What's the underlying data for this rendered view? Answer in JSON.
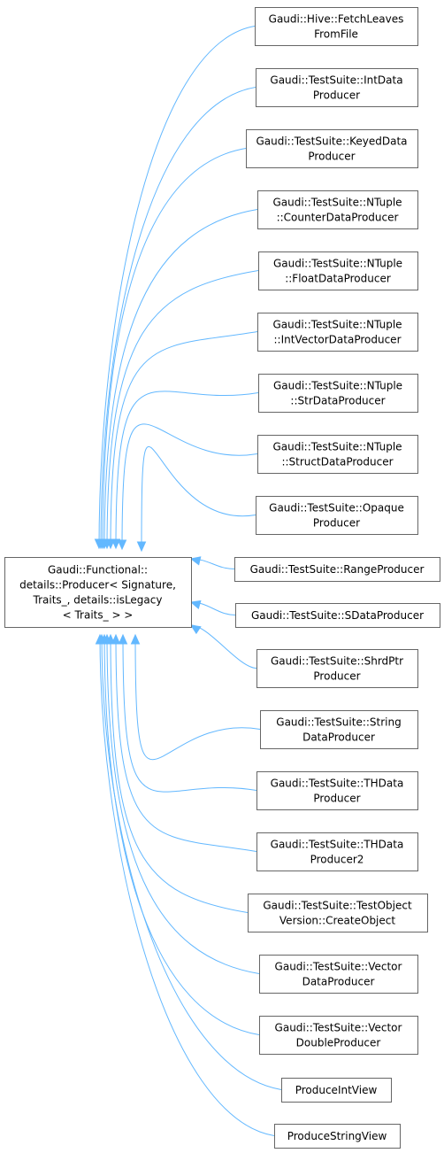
{
  "diagram": {
    "base": {
      "id": "producer-base",
      "lines": [
        "Gaudi::Functional::",
        "details::Producer< Signature,",
        "Traits_, details::isLegacy",
        "< Traits_ > >"
      ]
    },
    "children": [
      {
        "id": "fetch-leaves-from-file",
        "lines": [
          "Gaudi::Hive::FetchLeaves",
          "FromFile"
        ]
      },
      {
        "id": "int-data-producer",
        "lines": [
          "Gaudi::TestSuite::IntData",
          "Producer"
        ]
      },
      {
        "id": "keyed-data-producer",
        "lines": [
          "Gaudi::TestSuite::KeyedData",
          "Producer"
        ]
      },
      {
        "id": "ntuple-counter-data-producer",
        "lines": [
          "Gaudi::TestSuite::NTuple",
          "::CounterDataProducer"
        ]
      },
      {
        "id": "ntuple-float-data-producer",
        "lines": [
          "Gaudi::TestSuite::NTuple",
          "::FloatDataProducer"
        ]
      },
      {
        "id": "ntuple-int-vector-data-producer",
        "lines": [
          "Gaudi::TestSuite::NTuple",
          "::IntVectorDataProducer"
        ]
      },
      {
        "id": "ntuple-str-data-producer",
        "lines": [
          "Gaudi::TestSuite::NTuple",
          "::StrDataProducer"
        ]
      },
      {
        "id": "ntuple-struct-data-producer",
        "lines": [
          "Gaudi::TestSuite::NTuple",
          "::StructDataProducer"
        ]
      },
      {
        "id": "opaque-producer",
        "lines": [
          "Gaudi::TestSuite::Opaque",
          "Producer"
        ]
      },
      {
        "id": "range-producer",
        "lines": [
          "Gaudi::TestSuite::RangeProducer"
        ]
      },
      {
        "id": "s-data-producer",
        "lines": [
          "Gaudi::TestSuite::SDataProducer"
        ]
      },
      {
        "id": "shrd-ptr-producer",
        "lines": [
          "Gaudi::TestSuite::ShrdPtr",
          "Producer"
        ]
      },
      {
        "id": "string-data-producer",
        "lines": [
          "Gaudi::TestSuite::String",
          "DataProducer"
        ]
      },
      {
        "id": "th-data-producer",
        "lines": [
          "Gaudi::TestSuite::THData",
          "Producer"
        ]
      },
      {
        "id": "th-data-producer2",
        "lines": [
          "Gaudi::TestSuite::THData",
          "Producer2"
        ]
      },
      {
        "id": "test-object-version-create-object",
        "lines": [
          "Gaudi::TestSuite::TestObject",
          "Version::CreateObject"
        ]
      },
      {
        "id": "vector-data-producer",
        "lines": [
          "Gaudi::TestSuite::Vector",
          "DataProducer"
        ]
      },
      {
        "id": "vector-double-producer",
        "lines": [
          "Gaudi::TestSuite::Vector",
          "DoubleProducer"
        ]
      },
      {
        "id": "produce-int-view",
        "lines": [
          "ProduceIntView"
        ]
      },
      {
        "id": "produce-string-view",
        "lines": [
          "ProduceStringView"
        ]
      }
    ],
    "colors": {
      "edge": "#63b8ff",
      "node_border": "#666666",
      "text": "#000000"
    }
  }
}
